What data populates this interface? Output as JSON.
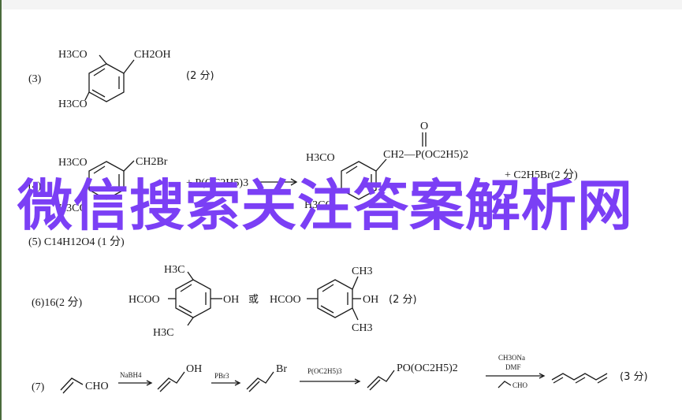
{
  "item3": {
    "label": "(3)",
    "sub1": "H3CO",
    "sub2": "H3CO",
    "sub3": "CH2OH",
    "score": "(2 分)"
  },
  "item4": {
    "label": "(4)",
    "r_sub1": "H3CO",
    "r_sub2": "H3CO",
    "r_sub3": "CH2Br",
    "reagent": "+ P(OC2H5)3",
    "p_sub1": "H3CO",
    "p_sub2": "H3CO",
    "p_sub3": "CH2—P(OC2H5)2",
    "p_oxygen": "O",
    "byproduct": "+ C2H5Br(2 分)"
  },
  "item5": {
    "text": "(5) C14H12O4 (1 分)"
  },
  "item6": {
    "label": "(6)16(2 分)",
    "or_word": "或",
    "a_methyl_top": "H3C",
    "a_methyl_bottom": "H3C",
    "a_left": "HCOO",
    "a_right": "OH",
    "b_left": "HCOO",
    "b_right": "OH",
    "b_methyl_top": "CH3",
    "b_methyl_bottom": "CH3",
    "score": "(2 分)"
  },
  "item7": {
    "label": "(7)",
    "start": "CHO",
    "reagent1": "NaBH4",
    "int1_group": "OH",
    "reagent2": "PBr3",
    "int2_group": "Br",
    "reagent3": "P(OC2H5)3",
    "int3_group": "PO(OC2H5)2",
    "reagent4_a": "CH3ONa",
    "reagent4_b": "DMF",
    "reagent4_c": "CHO",
    "score": "(3 分)"
  },
  "watermark": {
    "text": "微信搜索关注答案解析网",
    "color": "#7b3ff5"
  }
}
